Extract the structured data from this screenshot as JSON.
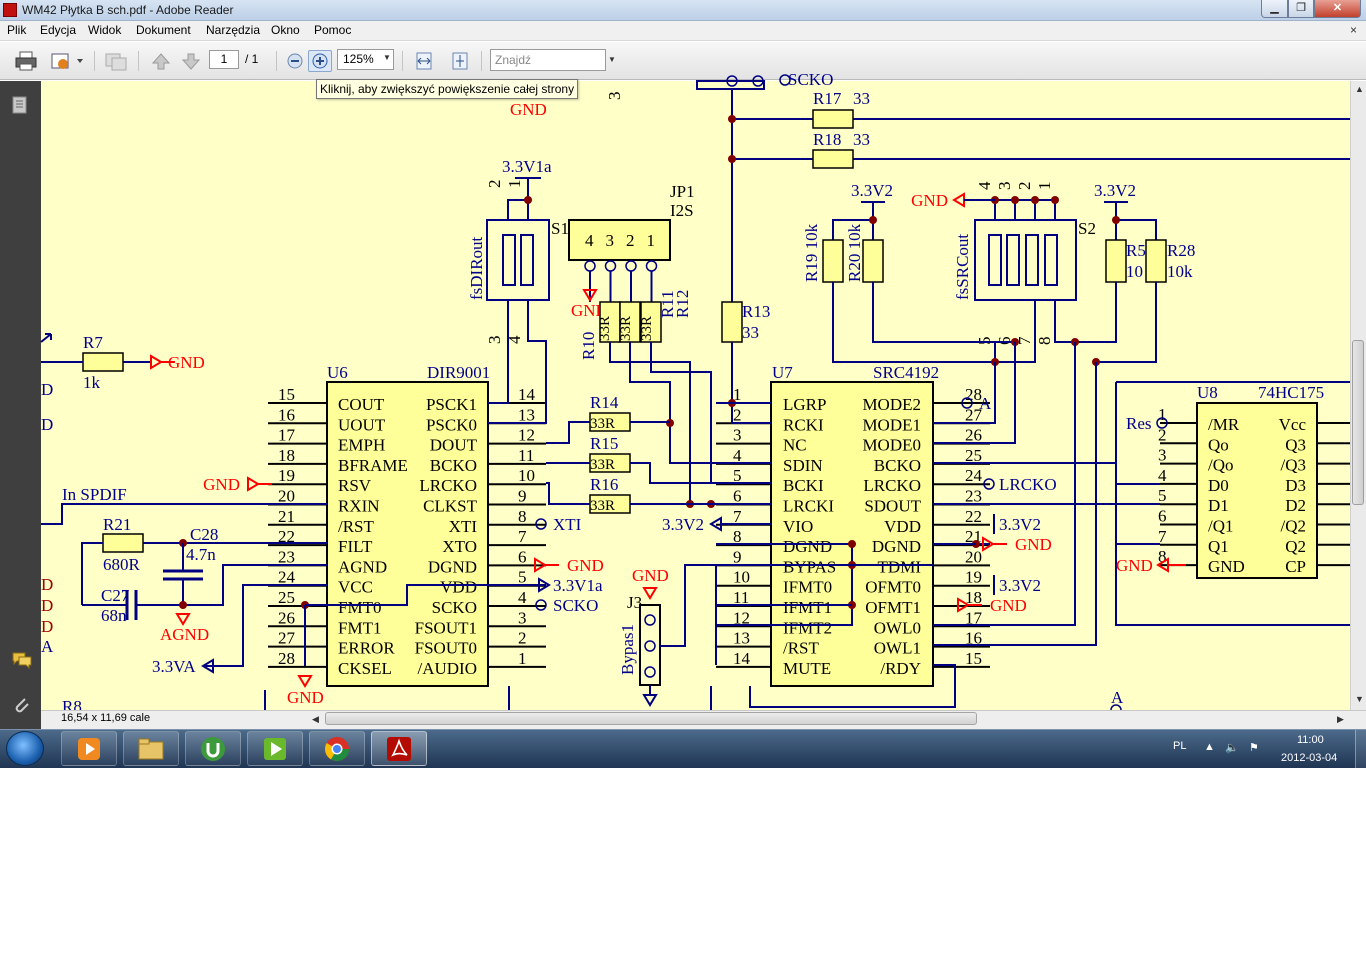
{
  "window": {
    "title": "WM42 Płytka B sch.pdf - Adobe Reader",
    "min_glyph": "▁",
    "max_glyph": "❐",
    "close_glyph": "✕"
  },
  "menu": {
    "items": [
      "Plik",
      "Edycja",
      "Widok",
      "Dokument",
      "Narzędzia",
      "Okno",
      "Pomoc"
    ],
    "close_glyph": "×"
  },
  "toolbar": {
    "page_current": "1",
    "page_total": "/ 1",
    "zoom": "125%",
    "find_placeholder": "Znajdź",
    "tooltip": "Kliknij, aby zwiększyć powiększenie całej strony"
  },
  "statusbar": {
    "page_size": "16,54 x 11,69 cale"
  },
  "taskbar": {
    "language": "PL",
    "time": "11:00",
    "date": "2012-03-04"
  },
  "colors": {
    "wire": "#000080",
    "text": "#00008b",
    "junction": "#800000",
    "gnd": "#ff0000",
    "chip_fill": "#ffff99",
    "paper": "#ffffc8",
    "pink": "#a00000"
  },
  "schematic": {
    "u6": {
      "ref": "U6",
      "part": "DIR9001",
      "left_pins": [
        [
          "15",
          "COUT"
        ],
        [
          "16",
          "UOUT"
        ],
        [
          "17",
          "EMPH"
        ],
        [
          "18",
          "BFRAME"
        ],
        [
          "19",
          "RSV"
        ],
        [
          "20",
          "RXIN"
        ],
        [
          "21",
          "/RST"
        ],
        [
          "22",
          "FILT"
        ],
        [
          "23",
          "AGND"
        ],
        [
          "24",
          "VCC"
        ],
        [
          "25",
          "FMT0"
        ],
        [
          "26",
          "FMT1"
        ],
        [
          "27",
          "ERROR"
        ],
        [
          "28",
          "CKSEL"
        ]
      ],
      "right_pins": [
        [
          "14",
          "PSCK1"
        ],
        [
          "13",
          "PSCK0"
        ],
        [
          "12",
          "DOUT"
        ],
        [
          "11",
          "BCKO"
        ],
        [
          "10",
          "LRCKO"
        ],
        [
          "9",
          "CLKST"
        ],
        [
          "8",
          "XTI"
        ],
        [
          "7",
          "XTO"
        ],
        [
          "6",
          "DGND"
        ],
        [
          "5",
          "VDD"
        ],
        [
          "4",
          "SCKO"
        ],
        [
          "3",
          "FSOUT1"
        ],
        [
          "2",
          "FSOUT0"
        ],
        [
          "1",
          "/AUDIO"
        ]
      ]
    },
    "u7": {
      "ref": "U7",
      "part": "SRC4192",
      "left_pins": [
        [
          "1",
          "LGRP"
        ],
        [
          "2",
          "RCKI"
        ],
        [
          "3",
          "NC"
        ],
        [
          "4",
          "SDIN"
        ],
        [
          "5",
          "BCKI"
        ],
        [
          "6",
          "LRCKI"
        ],
        [
          "7",
          "VIO"
        ],
        [
          "8",
          "DGND"
        ],
        [
          "9",
          "BYPAS"
        ],
        [
          "10",
          "IFMT0"
        ],
        [
          "11",
          "IFMT1"
        ],
        [
          "12",
          "IFMT2"
        ],
        [
          "13",
          "/RST"
        ],
        [
          "14",
          "MUTE"
        ]
      ],
      "right_pins": [
        [
          "28",
          "MODE2"
        ],
        [
          "27",
          "MODE1"
        ],
        [
          "26",
          "MODE0"
        ],
        [
          "25",
          "BCKO"
        ],
        [
          "24",
          "LRCKO"
        ],
        [
          "23",
          "SDOUT"
        ],
        [
          "22",
          "VDD"
        ],
        [
          "21",
          "DGND"
        ],
        [
          "20",
          "TDMI"
        ],
        [
          "19",
          "OFMT0"
        ],
        [
          "18",
          "OFMT1"
        ],
        [
          "17",
          "OWL0"
        ],
        [
          "16",
          "OWL1"
        ],
        [
          "15",
          "/RDY"
        ]
      ]
    },
    "u8": {
      "ref": "U8",
      "part": "74HC175",
      "left_pins": [
        [
          "1",
          "/MR"
        ],
        [
          "2",
          "Qo"
        ],
        [
          "3",
          "/Qo"
        ],
        [
          "4",
          "D0"
        ],
        [
          "5",
          "D1"
        ],
        [
          "6",
          "/Q1"
        ],
        [
          "7",
          "Q1"
        ],
        [
          "8",
          "GND"
        ]
      ],
      "right_pins": [
        "Vcc",
        "Q3",
        "/Q3",
        "D3",
        "D2",
        "/Q2",
        "Q2",
        "CP"
      ]
    },
    "labels": {
      "gnd": "GND",
      "agnd": "AGND",
      "v33": "3.3V2",
      "v33a": "3.3V1a",
      "v33va": "3.3VA",
      "sc_ko": "SCKO",
      "xti": "XTI",
      "lrcko": "LRCKO",
      "in_spdif": "In SPDIF",
      "res": "Res",
      "jp1": "JP1",
      "i2s": "I2S",
      "s1": "S1",
      "s2": "S2",
      "j3": "J3",
      "bypas": "Bypas1",
      "fsdir": "fsDIRout",
      "fssrc": "fsSRCout",
      "r7": "R7",
      "r7v": "1k",
      "r21": "R21",
      "r21v": "680R",
      "c28": "C28",
      "c28v": "4.7n",
      "c27": "C27",
      "c27v": "68n",
      "r14": "R14",
      "r15": "R15",
      "r16": "R16",
      "r33": "33R",
      "r10": "R10",
      "r11": "R11",
      "r12": "R12",
      "r13": "R13",
      "r13v": "33",
      "r17": "R17",
      "r18": "R18",
      "r17v": "33",
      "r19": "R19 10k",
      "r20": "R20 10k",
      "r5": "R5",
      "r5v": "10",
      "r28": "R28",
      "r28v": "10k",
      "r8": "R8",
      "s1_pins": [
        "2",
        "1",
        "3",
        "4"
      ],
      "s2_pins": [
        "4",
        "3",
        "2",
        "1",
        "5",
        "6",
        "7",
        "8"
      ],
      "jp1_pins": [
        "4",
        "3",
        "2",
        "1"
      ],
      "top_3": "3",
      "d": "D",
      "a": "A"
    }
  }
}
